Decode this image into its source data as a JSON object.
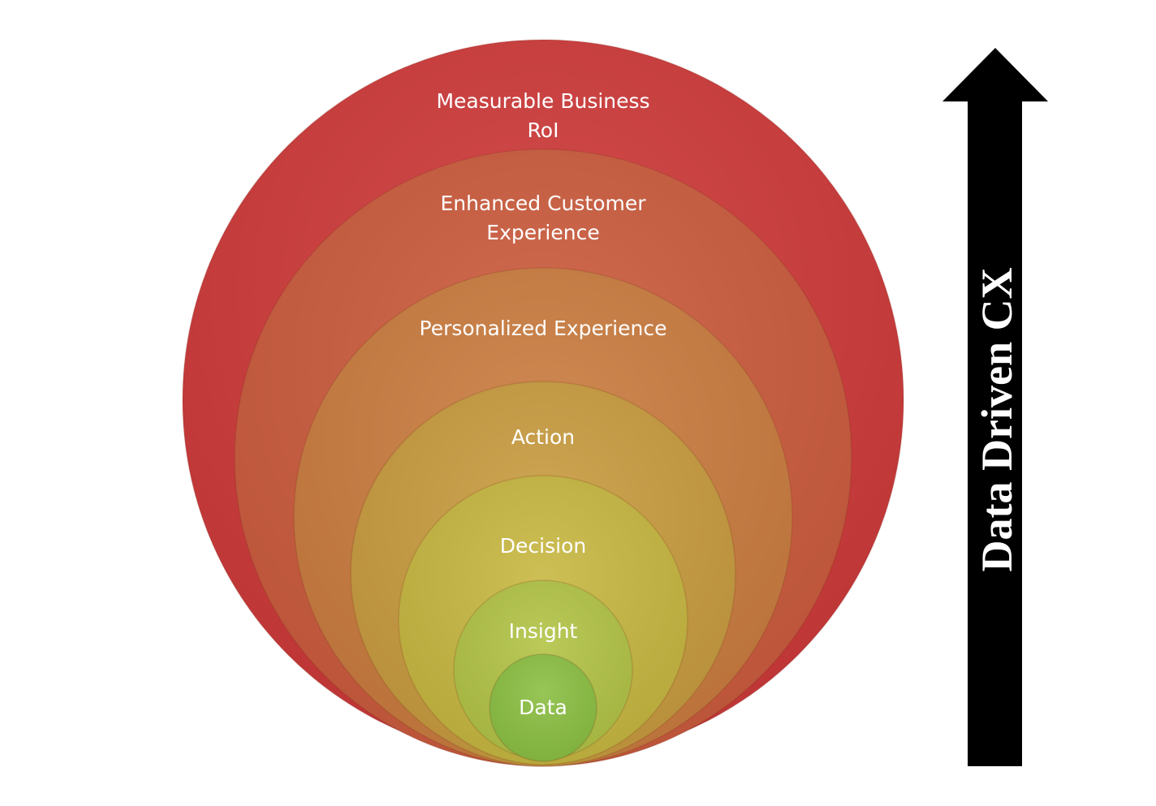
{
  "diagram": {
    "layers": [
      {
        "lines": [
          "Measurable Business",
          "RoI"
        ],
        "color": "#cf3a3a"
      },
      {
        "lines": [
          "Enhanced Customer",
          "Experience"
        ],
        "color": "#cc5c3e"
      },
      {
        "lines": [
          "Personalized Experience"
        ],
        "color": "#cb7d40"
      },
      {
        "lines": [
          "Action"
        ],
        "color": "#c99c40"
      },
      {
        "lines": [
          "Decision"
        ],
        "color": "#c8b842"
      },
      {
        "lines": [
          "Insight"
        ],
        "color": "#b3c447"
      },
      {
        "lines": [
          "Data"
        ],
        "color": "#8cc044"
      }
    ],
    "arrow_label": "Data Driven CX",
    "arrow_color": "#000000"
  }
}
